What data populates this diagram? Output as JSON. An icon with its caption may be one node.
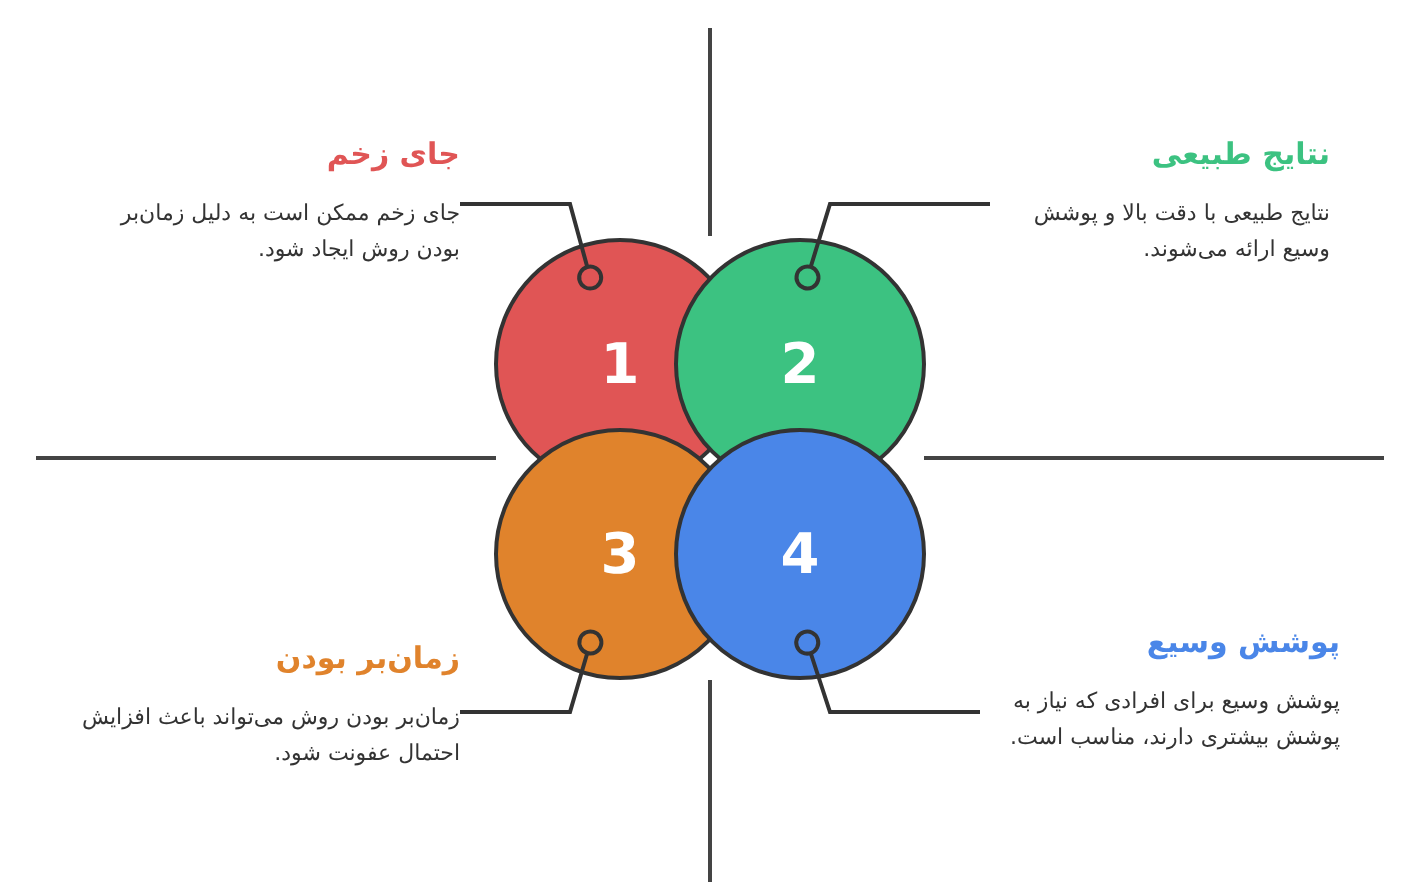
{
  "diagram": {
    "nodes": [
      {
        "text": [
          "1"
        ]
      },
      {
        "text": [
          "2"
        ]
      },
      {
        "text": [
          "3"
        ]
      },
      {
        "text": [
          "4"
        ]
      },
      {
        "text": [
          "جای زخم",
          "جای زخم ممکن است به دلیل زمان‌بر بودن روش ایجاد شود."
        ]
      },
      {
        "text": [
          "نتایج طبیعی",
          "نتایج طبیعی با دقت بالا و پوشش وسیع ارائه می‌شوند."
        ]
      },
      {
        "text": [
          "زمان‌بر بودن",
          "زمان‌بر بودن روش می‌تواند باعث افزایش احتمال عفونت شود."
        ]
      },
      {
        "text": [
          "پوشش وسیع",
          "پوشش وسیع برای افرادی که نیاز به پوشش بیشتری دارند، مناسب است."
        ]
      }
    ],
    "edges": [
      {
        "from": 4,
        "to": 0,
        "arrow": "other"
      },
      {
        "from": 5,
        "to": 1,
        "arrow": "other"
      },
      {
        "from": 6,
        "to": 2,
        "arrow": "other"
      },
      {
        "from": 7,
        "to": 3,
        "arrow": "other"
      }
    ]
  }
}
